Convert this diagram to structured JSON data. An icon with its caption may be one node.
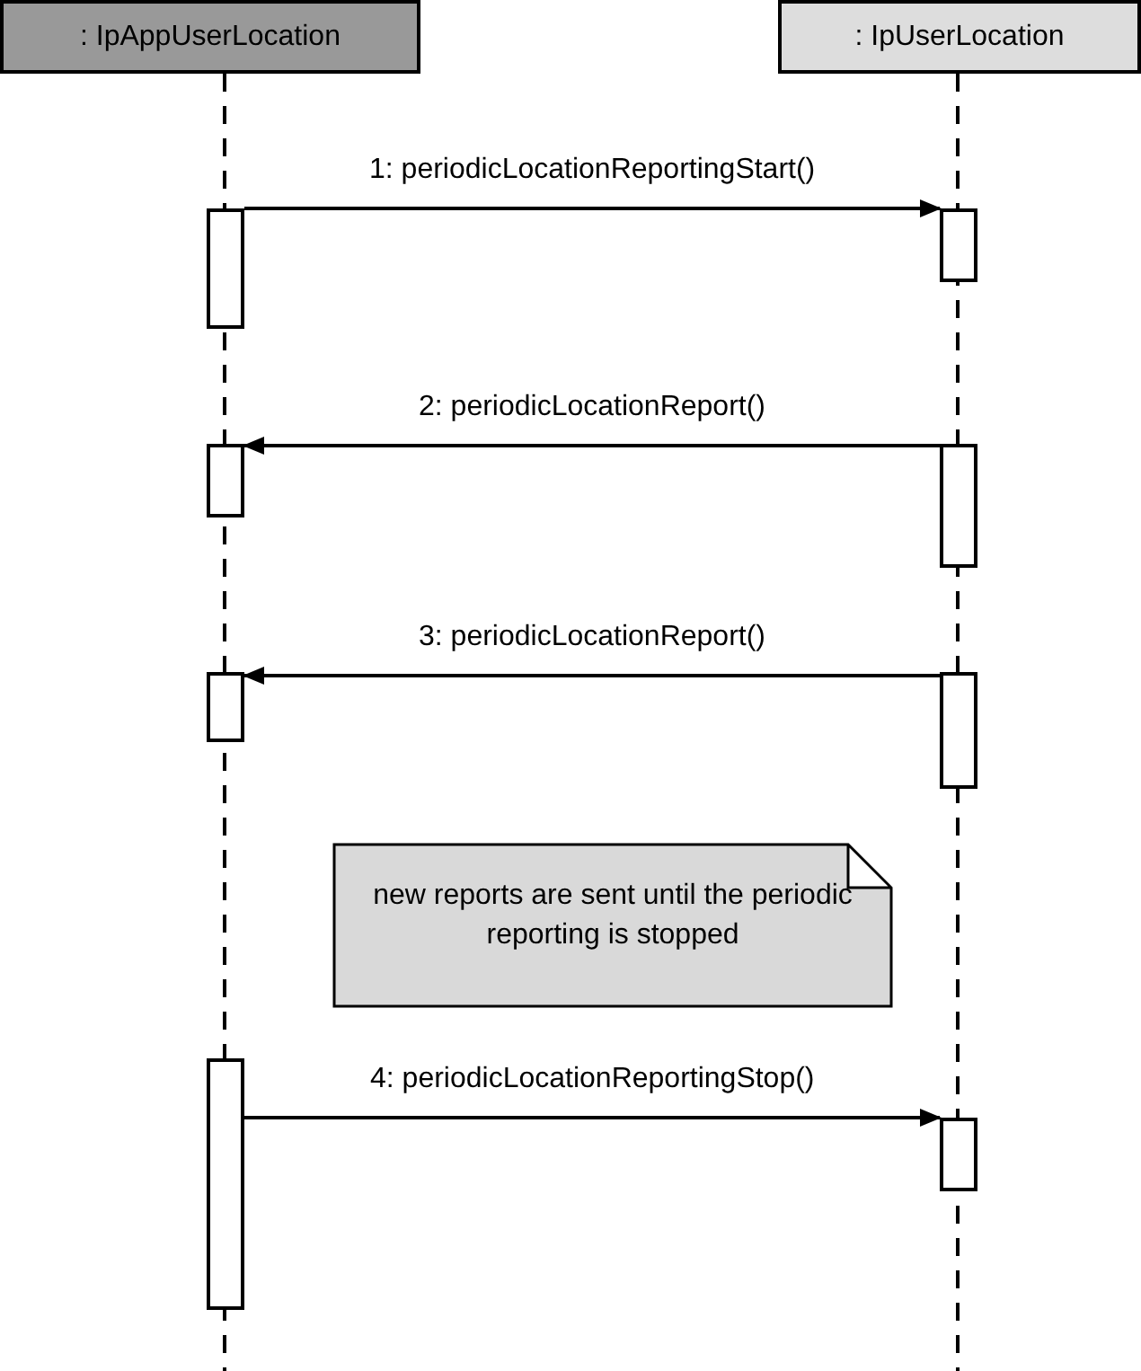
{
  "diagram": {
    "nodes": [
      {
        "text": [
          ": IpAppUserLocation"
        ]
      },
      {
        "text": [
          ": IpUserLocation"
        ]
      },
      {
        "text": [],
        "shape": "bar"
      },
      {
        "text": [],
        "shape": "bar"
      },
      {
        "text": [],
        "shape": "bar"
      },
      {
        "text": [],
        "shape": "bar"
      },
      {
        "text": [],
        "shape": "bar"
      },
      {
        "text": [],
        "shape": "bar"
      },
      {
        "text": [
          "new reports are sent until the periodic reporting is stopped"
        ]
      },
      {
        "text": [],
        "shape": "bar"
      },
      {
        "text": [],
        "shape": "bar"
      }
    ],
    "edges": [
      {
        "from": 2,
        "to": 3,
        "arrow": "to",
        "label": "1: periodicLocationReportingStart()"
      },
      {
        "from": 5,
        "to": 4,
        "arrow": "to",
        "label": "2: periodicLocationReport()"
      },
      {
        "from": 7,
        "to": 6,
        "arrow": "to",
        "label": "3: periodicLocationReport()"
      },
      {
        "from": 9,
        "to": 10,
        "arrow": "to",
        "label": "4: periodicLocationReportingStop()"
      }
    ]
  }
}
